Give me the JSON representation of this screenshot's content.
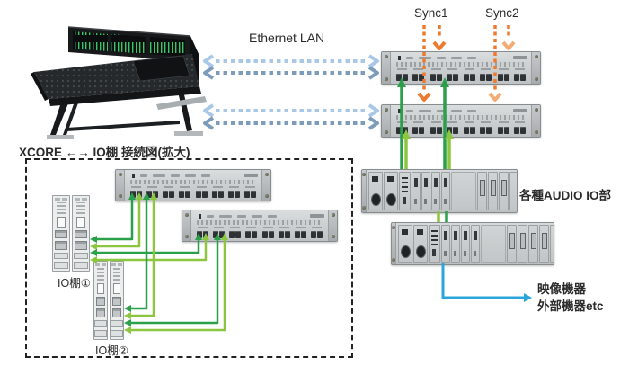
{
  "labels": {
    "ethernet_lan": "Ethernet LAN",
    "sync1": "Sync1",
    "sync2": "Sync2",
    "xcore_diagram_title": "XCORE ←→ IO棚 接続図(拡大)",
    "audio_io_section": "各種AUDIO IO部",
    "video_equipment": "映像機器",
    "external_equipment": "外部機器etc",
    "io_rack1": "IO棚①",
    "io_rack2": "IO棚②"
  },
  "colors": {
    "green_dark": "#2aa04a",
    "green_light": "#8cc63f",
    "orange": "#ed7a2f",
    "orange_light": "#f5ab74",
    "eth_blue_light": "#a9c8e8",
    "eth_blue_dark": "#7d9cbb",
    "link_blue": "#2aa6dc",
    "rack_gray": "#c6cacb",
    "text": "#2b2b2b"
  }
}
